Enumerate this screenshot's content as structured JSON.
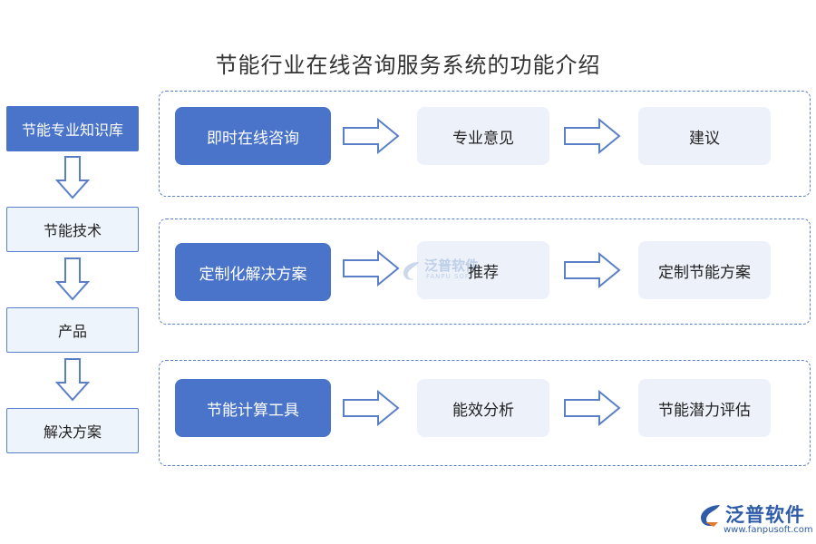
{
  "title": "节能行业在线咨询服务系统的功能介绍",
  "left_flow": [
    {
      "label": "节能专业知识库"
    },
    {
      "label": "节能技术"
    },
    {
      "label": "产品"
    },
    {
      "label": "解决方案"
    }
  ],
  "groups": [
    {
      "main": "即时在线咨询",
      "steps": [
        "专业意见",
        "建议"
      ]
    },
    {
      "main": "定制化解决方案",
      "steps": [
        "推荐",
        "定制节能方案"
      ]
    },
    {
      "main": "节能计算工具",
      "steps": [
        "能效分析",
        "节能潜力评估"
      ]
    }
  ],
  "watermark": {
    "cn": "泛普软件",
    "en": "FANPU SOFT"
  },
  "logo": {
    "cn": "泛普软件",
    "url": "www.fanpusoft.com"
  },
  "colors": {
    "accent": "#4a74c9",
    "light_box": "#edf2fa",
    "border": "#5a7fc7"
  }
}
